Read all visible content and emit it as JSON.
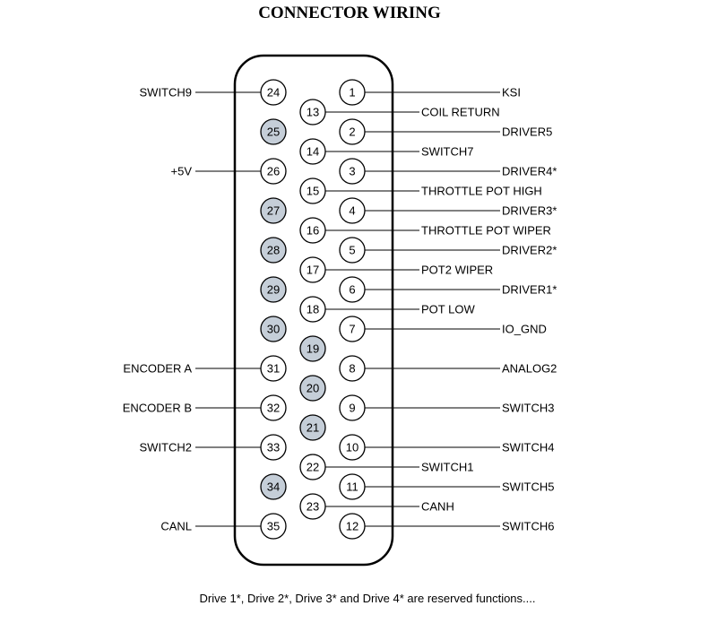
{
  "title": "CONNECTOR WIRING",
  "footnote": "Drive 1*, Drive 2*, Drive 3* and Drive 4* are reserved functions....",
  "colors": {
    "unused_pin_fill": "#c5ced8",
    "used_pin_fill": "#ffffff",
    "line": "#000000"
  },
  "pins": [
    {
      "num": "1",
      "label": "KSI",
      "unused": false
    },
    {
      "num": "2",
      "label": "DRIVER5",
      "unused": false
    },
    {
      "num": "3",
      "label": "DRIVER4*",
      "unused": false
    },
    {
      "num": "4",
      "label": "DRIVER3*",
      "unused": false
    },
    {
      "num": "5",
      "label": "DRIVER2*",
      "unused": false
    },
    {
      "num": "6",
      "label": "DRIVER1*",
      "unused": false
    },
    {
      "num": "7",
      "label": "IO_GND",
      "unused": false
    },
    {
      "num": "8",
      "label": "ANALOG2",
      "unused": false
    },
    {
      "num": "9",
      "label": "SWITCH3",
      "unused": false
    },
    {
      "num": "10",
      "label": "SWITCH4",
      "unused": false
    },
    {
      "num": "11",
      "label": "SWITCH5",
      "unused": false
    },
    {
      "num": "12",
      "label": "SWITCH6",
      "unused": false
    },
    {
      "num": "13",
      "label": "COIL RETURN",
      "unused": false
    },
    {
      "num": "14",
      "label": "SWITCH7",
      "unused": false
    },
    {
      "num": "15",
      "label": "THROTTLE POT HIGH",
      "unused": false
    },
    {
      "num": "16",
      "label": "THROTTLE POT WIPER",
      "unused": false
    },
    {
      "num": "17",
      "label": "POT2 WIPER",
      "unused": false
    },
    {
      "num": "18",
      "label": "POT LOW",
      "unused": false
    },
    {
      "num": "19",
      "label": "",
      "unused": true
    },
    {
      "num": "20",
      "label": "",
      "unused": true
    },
    {
      "num": "21",
      "label": "",
      "unused": true
    },
    {
      "num": "22",
      "label": "SWITCH1",
      "unused": false
    },
    {
      "num": "23",
      "label": "CANH",
      "unused": false
    },
    {
      "num": "24",
      "label": "SWITCH9",
      "unused": false
    },
    {
      "num": "25",
      "label": "",
      "unused": true
    },
    {
      "num": "26",
      "label": "+5V",
      "unused": false
    },
    {
      "num": "27",
      "label": "",
      "unused": true
    },
    {
      "num": "28",
      "label": "",
      "unused": true
    },
    {
      "num": "29",
      "label": "",
      "unused": true
    },
    {
      "num": "30",
      "label": "",
      "unused": true
    },
    {
      "num": "31",
      "label": "ENCODER A",
      "unused": false
    },
    {
      "num": "32",
      "label": "ENCODER B",
      "unused": false
    },
    {
      "num": "33",
      "label": "SWITCH2",
      "unused": false
    },
    {
      "num": "34",
      "label": "",
      "unused": true
    },
    {
      "num": "35",
      "label": "CANL",
      "unused": false
    }
  ]
}
